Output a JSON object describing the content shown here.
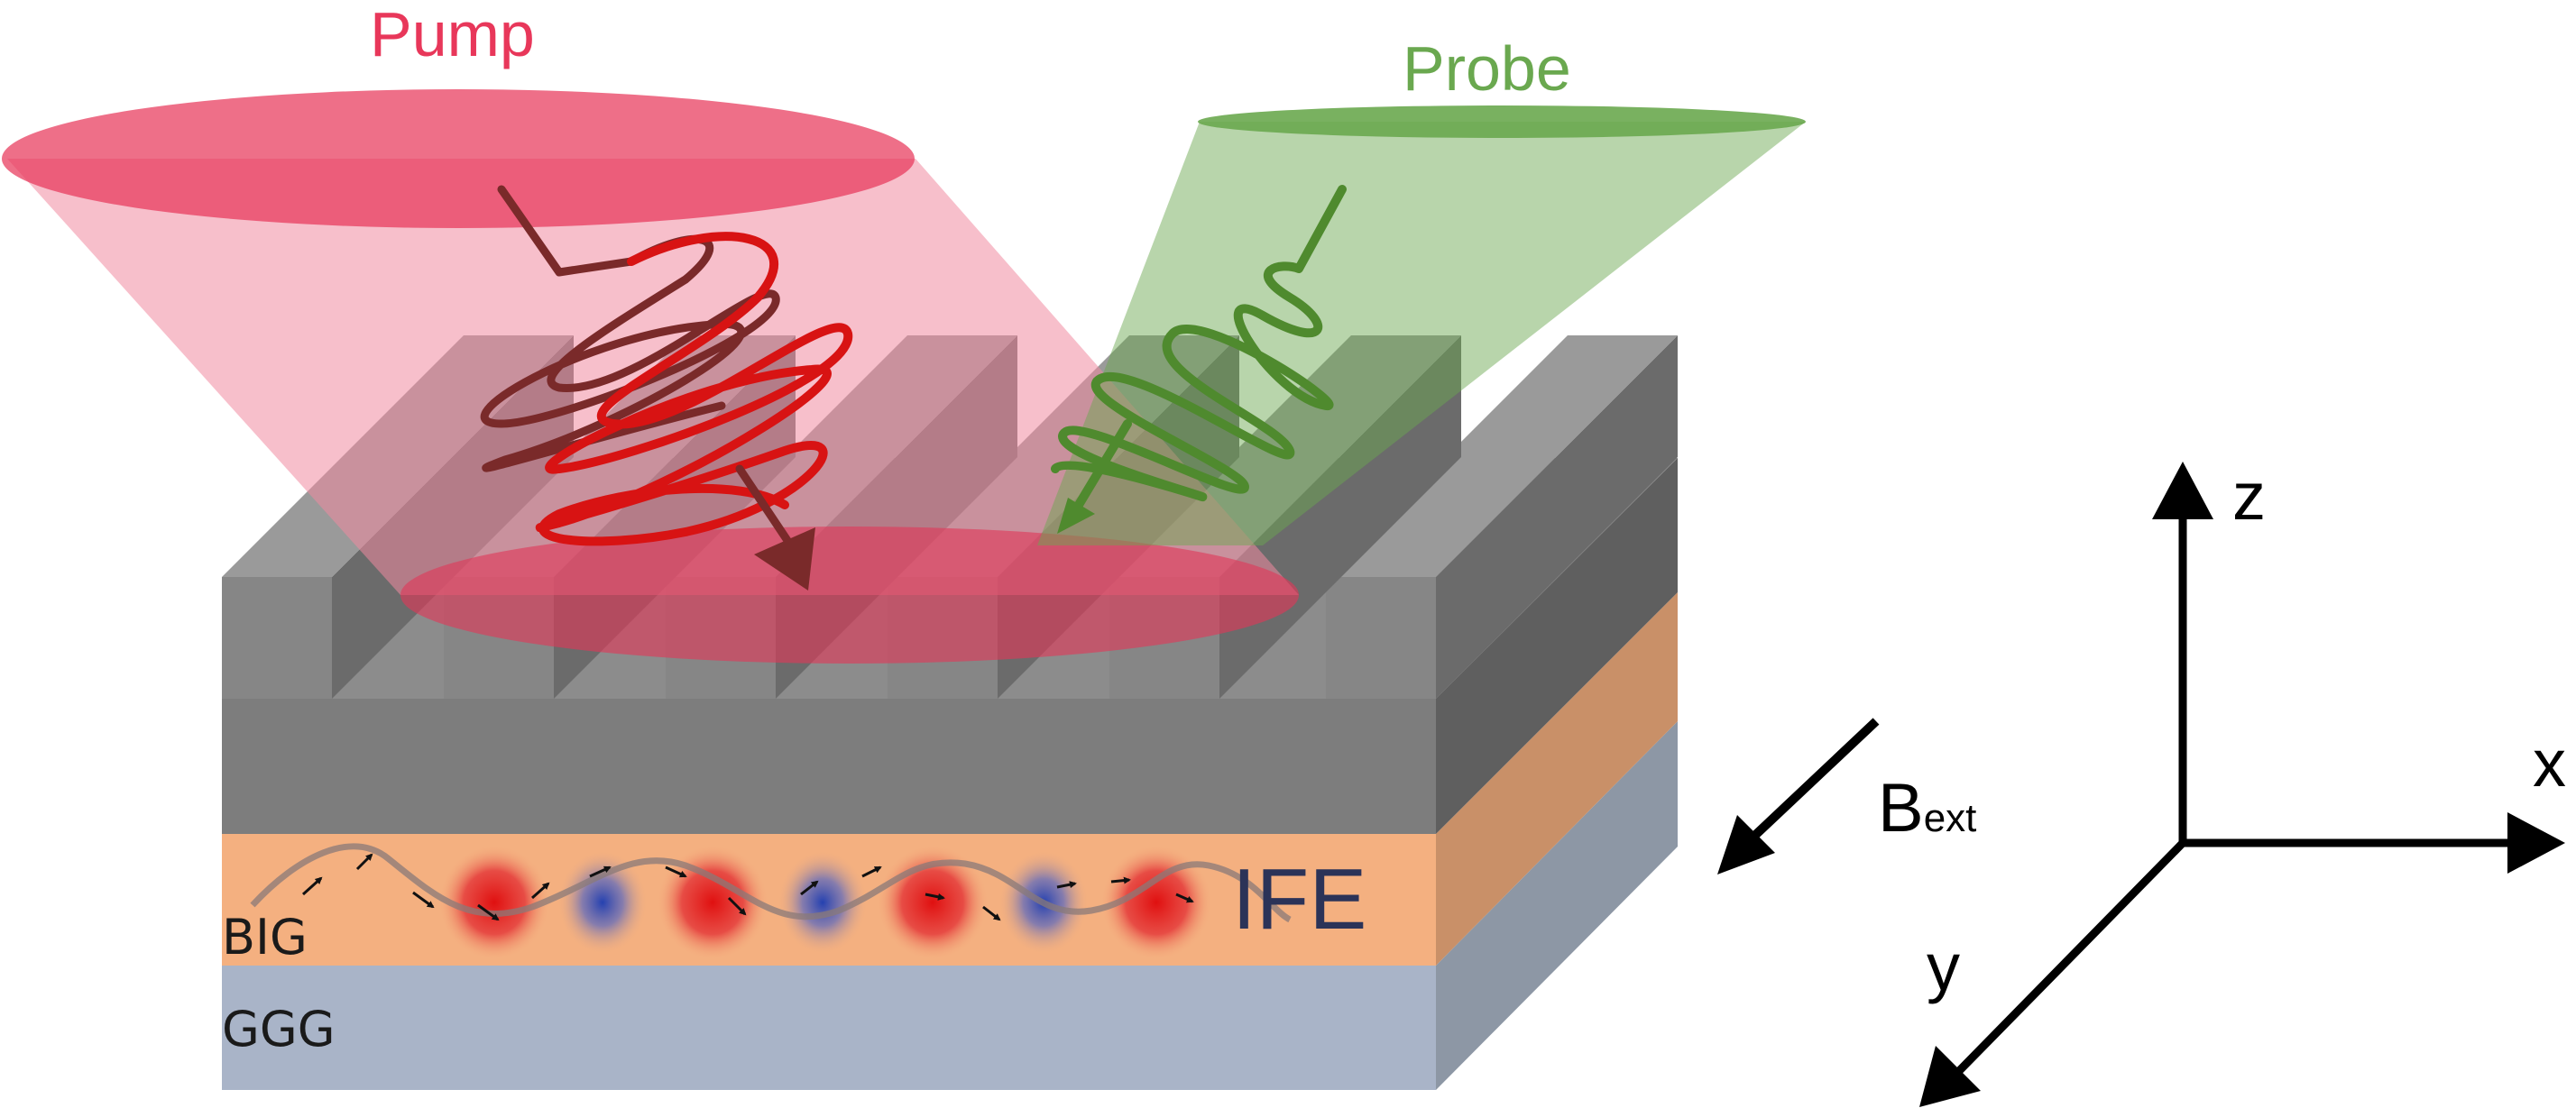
{
  "labels": {
    "pump": "Pump",
    "probe": "Probe",
    "layer_top": "BIG",
    "layer_bottom": "GGG",
    "effect": "IFE",
    "field_main": "B",
    "field_sub": "ext",
    "axis_x": "x",
    "axis_y": "y",
    "axis_z": "z"
  },
  "colors": {
    "pump": "#e8375a",
    "pump_coil": "#d81313",
    "pump_coil_dark": "#7a2a2a",
    "probe": "#6aa84f",
    "probe_coil": "#4f8a2e",
    "grating_top": "#9a9a9a",
    "grating_side": "#6b6b6b",
    "big_layer": "#f4b080",
    "big_side": "#c99068",
    "ggg_layer": "#a9b4c8",
    "ggg_side": "#8d97a5",
    "ife_red": "#e52222",
    "ife_blue": "#2c4bb8",
    "ife_text": "#2b3358"
  },
  "icons": [
    "pump-beam-cone",
    "probe-beam-cone",
    "pump-helix-icon",
    "probe-wave-icon",
    "b-field-arrow-icon",
    "axis-arrows-icon"
  ]
}
